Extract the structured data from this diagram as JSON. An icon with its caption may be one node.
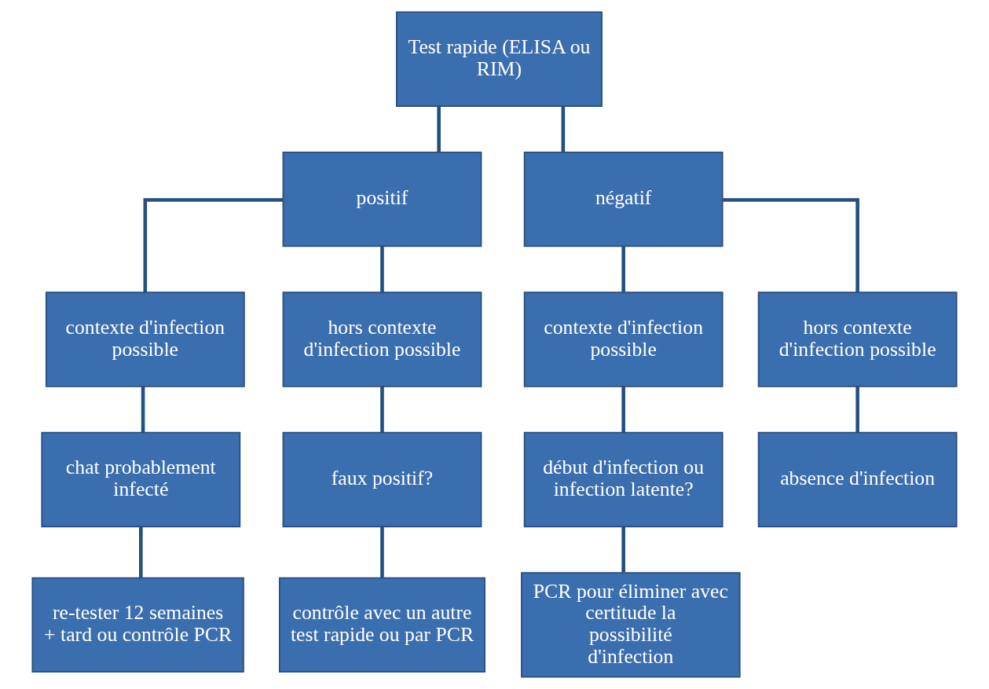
{
  "diagram": {
    "nodes": [
      {
        "text": [
          "Test rapide (ELISA ou RIM)"
        ]
      },
      {
        "text": [
          "positif"
        ]
      },
      {
        "text": [
          "négatif"
        ]
      },
      {
        "text": [
          "contexte d'infection possible"
        ]
      },
      {
        "text": [
          "hors contexte d'infection possible"
        ]
      },
      {
        "text": [
          "contexte d'infection possible"
        ]
      },
      {
        "text": [
          "hors contexte d'infection possible"
        ]
      },
      {
        "text": [
          "chat probablement infecté"
        ]
      },
      {
        "text": [
          "faux positif?"
        ]
      },
      {
        "text": [
          "début d'infection ou infection latente?"
        ]
      },
      {
        "text": [
          "absence d'infection"
        ]
      },
      {
        "text": [
          "re-tester 12 semaines + tard ou contrôle PCR"
        ]
      },
      {
        "text": [
          "contrôle avec un autre test rapide ou par PCR"
        ]
      },
      {
        "text": [
          "PCR pour éliminer avec certitude la possibilité d'infection"
        ]
      }
    ],
    "edges": [
      {
        "from": 0,
        "to": 1,
        "arrow": "none"
      },
      {
        "from": 0,
        "to": 2,
        "arrow": "none"
      },
      {
        "from": 1,
        "to": 3,
        "arrow": "none"
      },
      {
        "from": 1,
        "to": 4,
        "arrow": "none"
      },
      {
        "from": 2,
        "to": 5,
        "arrow": "none"
      },
      {
        "from": 2,
        "to": 6,
        "arrow": "none"
      },
      {
        "from": 3,
        "to": 7,
        "arrow": "none"
      },
      {
        "from": 4,
        "to": 8,
        "arrow": "none"
      },
      {
        "from": 5,
        "to": 9,
        "arrow": "none"
      },
      {
        "from": 6,
        "to": 10,
        "arrow": "none"
      },
      {
        "from": 7,
        "to": 11,
        "arrow": "none"
      },
      {
        "from": 8,
        "to": 12,
        "arrow": "none"
      },
      {
        "from": 9,
        "to": 13,
        "arrow": "none"
      }
    ]
  }
}
